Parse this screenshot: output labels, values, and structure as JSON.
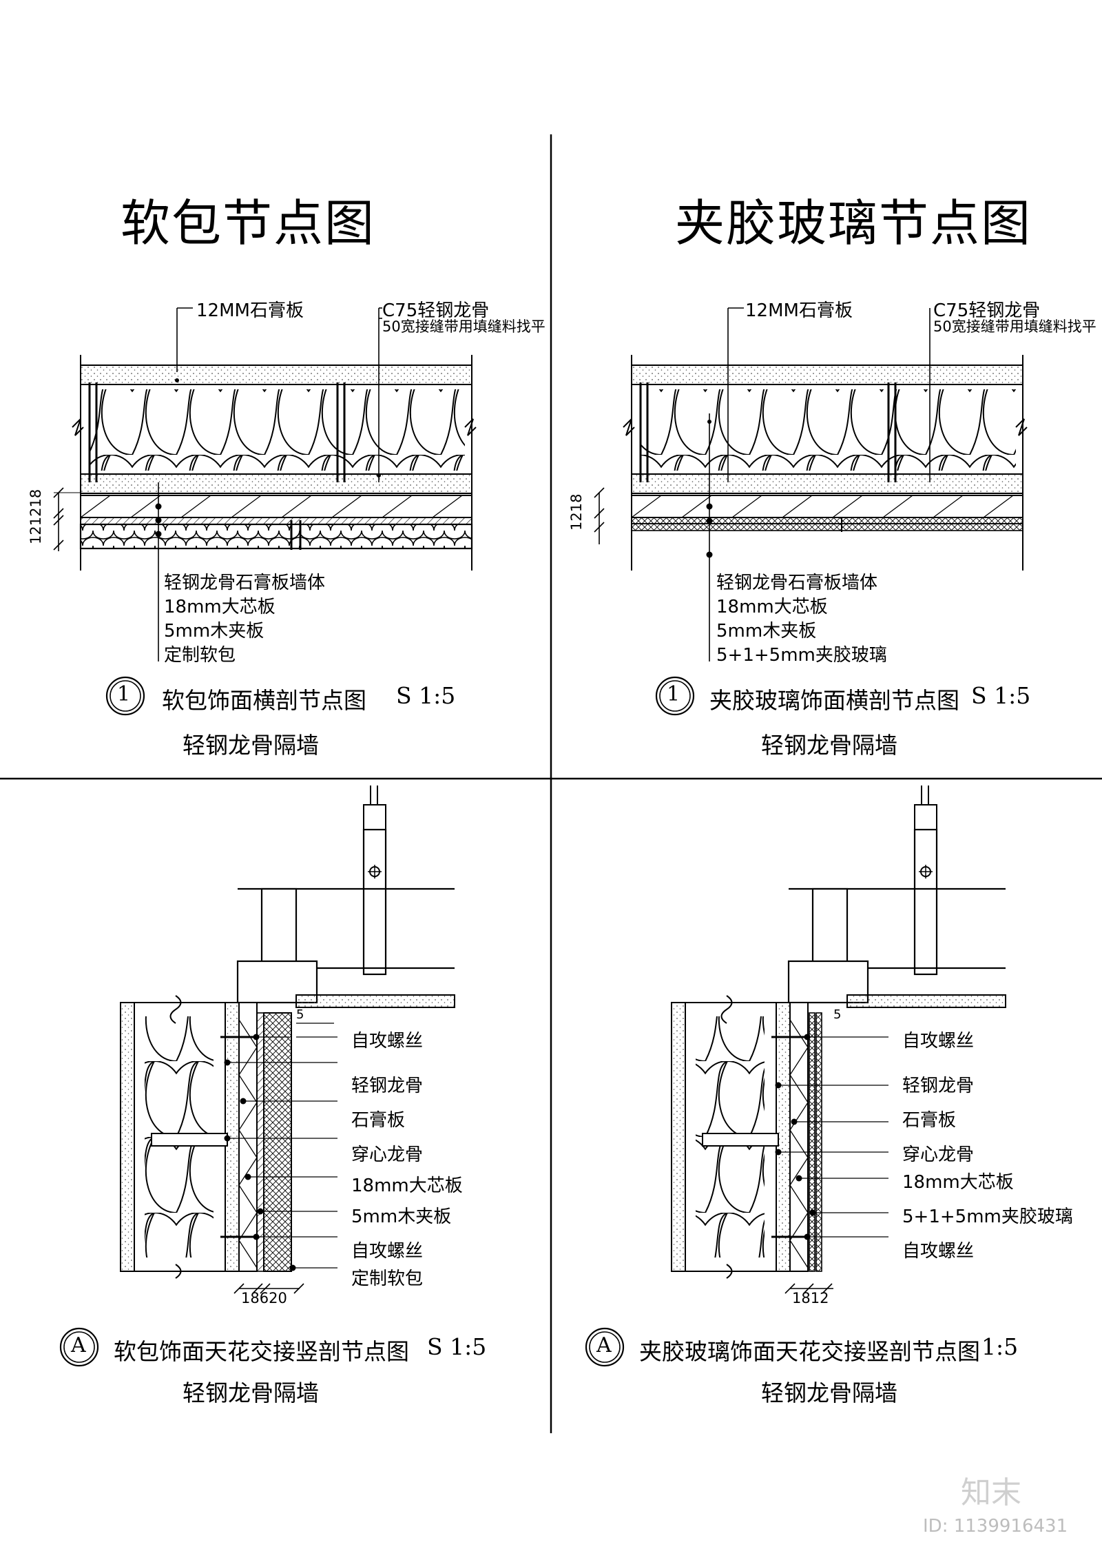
{
  "titles": {
    "left": "软包节点图",
    "right": "夹胶玻璃节点图"
  },
  "top_left": {
    "labels": {
      "gypsum": "12MM石膏板",
      "keel": "C75轻钢龙骨",
      "joint": "50宽接缝带用填缝料找平",
      "wall": "轻钢龙骨石膏板墙体",
      "core": "18mm大芯板",
      "ply": "5mm木夹板",
      "custom": "定制软包"
    },
    "dims": {
      "a": "12",
      "b": "12",
      "c": "18"
    },
    "caption": {
      "marker": "1",
      "text": "软包饰面横剖节点图",
      "scale": "S 1:5",
      "sub": "轻钢龙骨隔墙"
    }
  },
  "top_right": {
    "labels": {
      "gypsum": "12MM石膏板",
      "keel": "C75轻钢龙骨",
      "joint": "50宽接缝带用填缝料找平",
      "wall": "轻钢龙骨石膏板墙体",
      "core": "18mm大芯板",
      "ply": "5mm木夹板",
      "glass": "5+1+5mm夹胶玻璃"
    },
    "dims": {
      "a": "12",
      "b": "18"
    },
    "caption": {
      "marker": "1",
      "text": "夹胶玻璃饰面横剖节点图",
      "scale": "S 1:5",
      "sub": "轻钢龙骨隔墙"
    }
  },
  "bottom_left": {
    "labels": {
      "screw1": "自攻螺丝",
      "keel": "轻钢龙骨",
      "gypsum": "石膏板",
      "through": "穿心龙骨",
      "core": "18mm大芯板",
      "ply": "5mm木夹板",
      "screw2": "自攻螺丝",
      "custom": "定制软包"
    },
    "dims": {
      "a": "18",
      "b": "6",
      "c": "20",
      "top": "5"
    },
    "caption": {
      "marker": "A",
      "text": "软包饰面天花交接竖剖节点图",
      "scale": "S 1:5",
      "sub": "轻钢龙骨隔墙"
    }
  },
  "bottom_right": {
    "labels": {
      "screw1": "自攻螺丝",
      "keel": "轻钢龙骨",
      "gypsum": "石膏板",
      "through": "穿心龙骨",
      "core": "18mm大芯板",
      "glass": "5+1+5mm夹胶玻璃",
      "screw2": "自攻螺丝"
    },
    "dims": {
      "a": "18",
      "b": "12",
      "top": "5"
    },
    "caption": {
      "marker": "A",
      "text": "夹胶玻璃饰面天花交接竖剖节点图",
      "scale": "1:5",
      "sub": "轻钢龙骨隔墙"
    }
  },
  "watermark": {
    "logo": "知末",
    "id": "ID: 1139916431"
  }
}
